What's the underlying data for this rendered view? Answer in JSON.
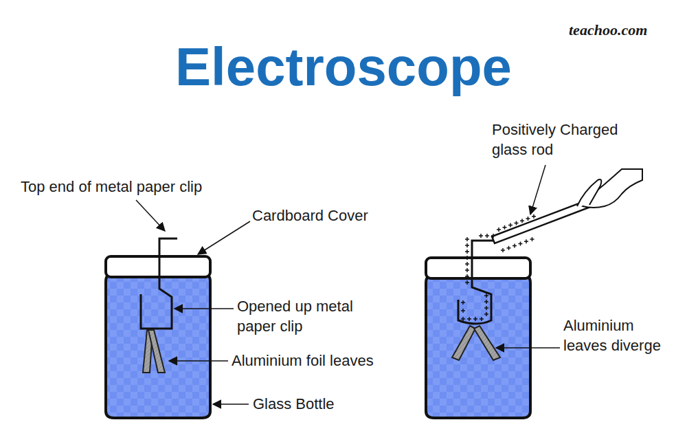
{
  "diagram": {
    "title": "Electroscope",
    "labels": [
      "teachoo.com",
      "Top end of metal paper clip",
      "Cardboard Cover",
      "Opened up metal paper clip",
      "Aluminium foil leaves",
      "Glass Bottle",
      "Positively Charged glass rod",
      "Aluminium leaves diverge"
    ]
  }
}
